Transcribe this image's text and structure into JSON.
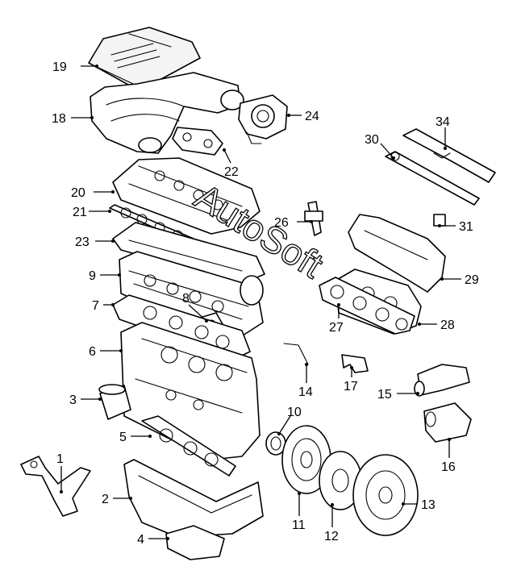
{
  "watermark": {
    "text": "AutoSoft"
  },
  "callouts": [
    {
      "id": "1",
      "text": "1"
    },
    {
      "id": "2",
      "text": "2"
    },
    {
      "id": "3",
      "text": "3"
    },
    {
      "id": "4",
      "text": "4"
    },
    {
      "id": "5",
      "text": "5"
    },
    {
      "id": "6",
      "text": "6"
    },
    {
      "id": "7",
      "text": "7"
    },
    {
      "id": "8",
      "text": "8"
    },
    {
      "id": "9",
      "text": "9"
    },
    {
      "id": "10",
      "text": "10"
    },
    {
      "id": "11",
      "text": "11"
    },
    {
      "id": "12",
      "text": "12"
    },
    {
      "id": "13",
      "text": "13"
    },
    {
      "id": "14",
      "text": "14"
    },
    {
      "id": "15",
      "text": "15"
    },
    {
      "id": "16",
      "text": "16"
    },
    {
      "id": "17",
      "text": "17"
    },
    {
      "id": "18",
      "text": "18"
    },
    {
      "id": "19",
      "text": "19"
    },
    {
      "id": "20",
      "text": "20"
    },
    {
      "id": "21",
      "text": "21"
    },
    {
      "id": "22",
      "text": "22"
    },
    {
      "id": "23",
      "text": "23"
    },
    {
      "id": "24",
      "text": "24"
    },
    {
      "id": "26",
      "text": "26"
    },
    {
      "id": "27",
      "text": "27"
    },
    {
      "id": "28",
      "text": "28"
    },
    {
      "id": "29",
      "text": "29"
    },
    {
      "id": "30",
      "text": "30"
    },
    {
      "id": "31",
      "text": "31"
    },
    {
      "id": "34",
      "text": "34"
    }
  ]
}
